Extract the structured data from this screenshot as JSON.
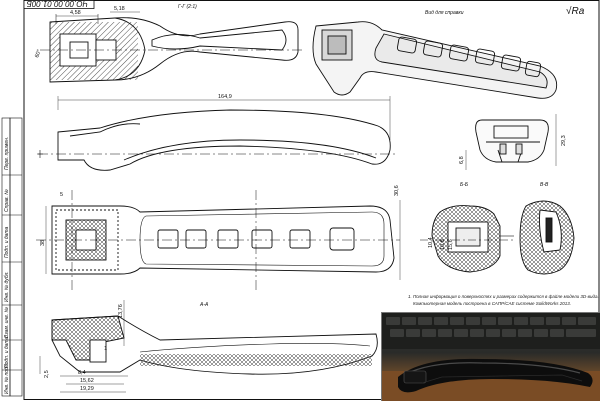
{
  "title_block": {
    "code": "ЧО.00.00.01.00Б"
  },
  "roughness": "√Ra",
  "views": {
    "top_label": "Г-Г (2:1)",
    "iso_label": "Вид для справки",
    "bb_label": "Б-Б",
    "vv_label": "В-В",
    "aa_label": "А-А"
  },
  "dimensions": {
    "d_4_58": "4,58",
    "d_5_18": "5,18",
    "d_angle": "60°",
    "d_164_9": "164,9",
    "d_6_8": "6,8",
    "d_29_3": "29,3",
    "d_38": "38",
    "d_30_6": "30,6",
    "d_5": "5",
    "d_10_4": "10,4",
    "d_10_8": "10,8",
    "d_15_6": "15,6",
    "d_2_5": "2,5",
    "d_8_4": "8,4",
    "d_15_62": "15,62",
    "d_19_29": "19,29",
    "d_13_76": "13,76",
    "d_1": "1"
  },
  "notes": {
    "line1": "1. Полная информация о поверхностях и размерах содержится в файле модели 3D-вида.",
    "line2": "Компьютерная модель построена в САПР/CAE системе SolidWorks 2013."
  },
  "side_labels": [
    "Перв. примен.",
    "Справ. №",
    "Подп. и дата",
    "Инв. № дубл.",
    "Взам. инв. №",
    "Подп. и дата",
    "Инв. № подл."
  ],
  "colors": {
    "line": "#111111",
    "photo_bg": "#2e2f2c",
    "table": "#7a4c25"
  }
}
